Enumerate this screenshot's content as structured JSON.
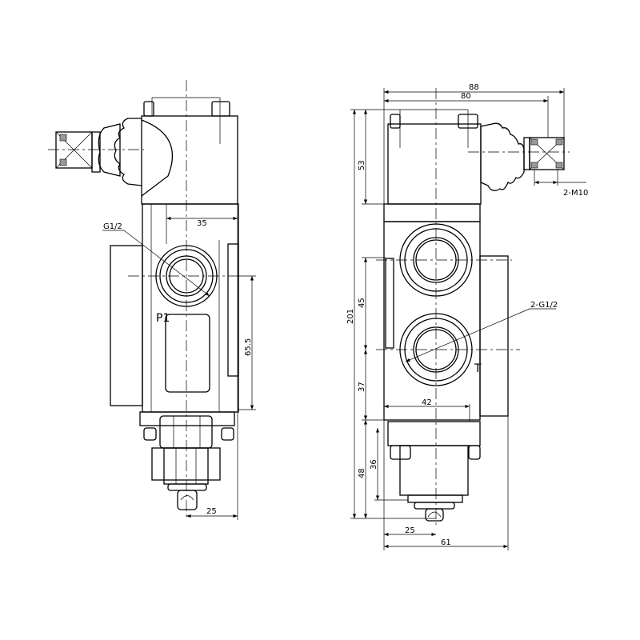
{
  "left_view": {
    "port_label": "G1/2",
    "port_name": "P1",
    "dim_width": "35",
    "dim_height": "65.5",
    "dim_bottom": "25"
  },
  "right_view": {
    "dim_overall_width": "88",
    "dim_coil_width": "80",
    "dim_coil_height": "53",
    "connector_label": "2-M10",
    "dim_total_height": "201",
    "dim_port_spacing": "45",
    "dim_lower_port": "37",
    "ports_label": "2-G1/2",
    "port_name": "T",
    "dim_body_width": "42",
    "dim_bottom_height": "48",
    "dim_bottom_inner": "36",
    "dim_bottom_offset": "25",
    "dim_base_width": "61"
  }
}
